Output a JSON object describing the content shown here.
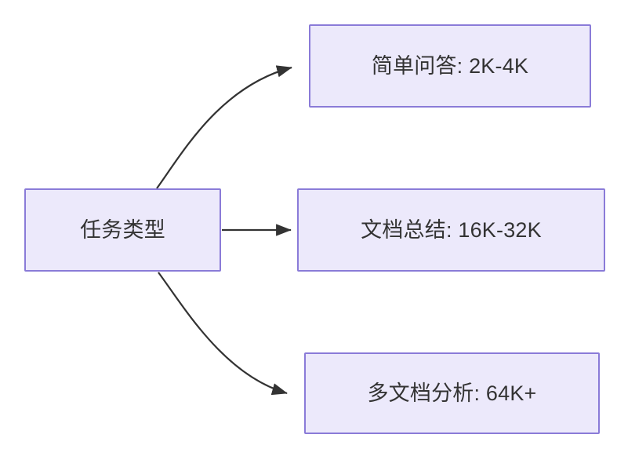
{
  "diagram": {
    "title": "",
    "type": "flowchart",
    "direction": "left-to-right",
    "background_color": "#ffffff",
    "node_fill_color": "#ece9fb",
    "node_border_color": "#8a7bd8",
    "node_text_color": "#333333",
    "edge_color": "#333333",
    "nodes": [
      {
        "id": "task-type",
        "label": "任务类型"
      },
      {
        "id": "simple-qa",
        "label": "简单问答: 2K-4K"
      },
      {
        "id": "doc-summary",
        "label": "文档总结: 16K-32K"
      },
      {
        "id": "multi-doc",
        "label": "多文档分析: 64K+"
      }
    ],
    "edges": [
      {
        "id": "edge-task-to-simple-qa",
        "from": "task-type",
        "to": "simple-qa",
        "label": "",
        "arrow": "arrow-head-icon"
      },
      {
        "id": "edge-task-to-doc-summary",
        "from": "task-type",
        "to": "doc-summary",
        "label": "",
        "arrow": "arrow-head-icon"
      },
      {
        "id": "edge-task-to-multi-doc",
        "from": "task-type",
        "to": "multi-doc",
        "label": "",
        "arrow": "arrow-head-icon"
      }
    ]
  }
}
